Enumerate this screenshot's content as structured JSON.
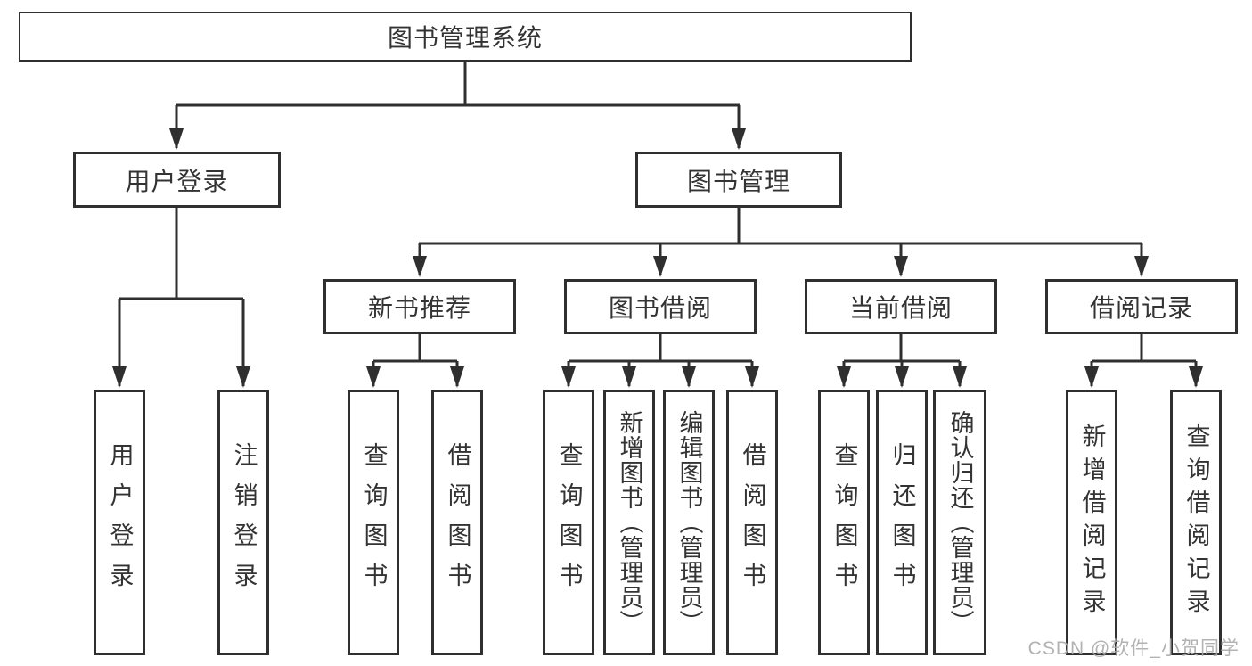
{
  "root": {
    "label": "图书管理系统"
  },
  "user_login": {
    "label": "用户登录",
    "children": [
      {
        "label": "用户登录"
      },
      {
        "label": "注销登录"
      }
    ]
  },
  "book_mgmt": {
    "label": "图书管理"
  },
  "modules": [
    {
      "label": "新书推荐",
      "children": [
        {
          "label": "查询图书"
        },
        {
          "label": "借阅图书"
        }
      ]
    },
    {
      "label": "图书借阅",
      "children": [
        {
          "label": "查询图书"
        },
        {
          "label": "新增图书（管理员）"
        },
        {
          "label": "编辑图书（管理员）"
        },
        {
          "label": "借阅图书"
        }
      ]
    },
    {
      "label": "当前借阅",
      "children": [
        {
          "label": "查询图书"
        },
        {
          "label": "归还图书"
        },
        {
          "label": "确认归还（管理员）"
        }
      ]
    },
    {
      "label": "借阅记录",
      "children": [
        {
          "label": "新增借阅记录"
        },
        {
          "label": "查询借阅记录"
        }
      ]
    }
  ],
  "watermark": "CSDN @软件_小贺同学",
  "colors": {
    "line": "#2f2f2f",
    "text": "#333333",
    "box_background": "#ffffff",
    "watermark": "#ababab"
  }
}
